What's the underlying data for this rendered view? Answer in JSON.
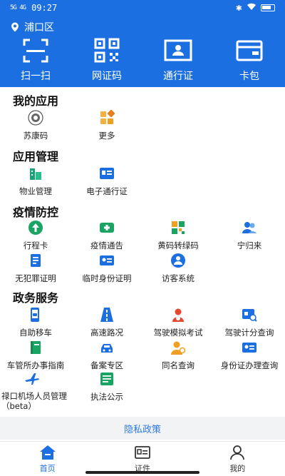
{
  "status_bar": {
    "signal_left": "5G 4G",
    "time": "09:27"
  },
  "header": {
    "location": "浦口区",
    "quick_actions": [
      {
        "label": "扫一扫",
        "icon": "scan-icon"
      },
      {
        "label": "网证码",
        "icon": "qr-code-icon"
      },
      {
        "label": "通行证",
        "icon": "id-card-icon"
      },
      {
        "label": "卡包",
        "icon": "wallet-icon"
      }
    ]
  },
  "sections": {
    "my_apps": {
      "title": "我的应用",
      "items": [
        "苏康码",
        "更多"
      ]
    },
    "app_management": {
      "title": "应用管理",
      "items": [
        "物业管理",
        "电子通行证"
      ]
    },
    "epidemic": {
      "title": "疫情防控",
      "items": [
        "行程卡",
        "疫情通告",
        "黄码转绿码",
        "宁归来",
        "无犯罪证明",
        "临时身份证明",
        "访客系统"
      ]
    },
    "government": {
      "title": "政务服务",
      "items": [
        "自助移车",
        "高速路况",
        "驾驶模拟考试",
        "驾驶计分查询",
        "车管所办事指南",
        "备案专区",
        "同名查询",
        "身份证办理查询",
        "禄口机场人员管理（beta）",
        "执法公示"
      ]
    }
  },
  "privacy_link": "隐私政策",
  "tabbar": {
    "items": [
      "首页",
      "证件",
      "我的"
    ],
    "active": "首页"
  },
  "colors": {
    "primary": "#1b6fe0",
    "green": "#19a463",
    "orange": "#f0a020",
    "red": "#e5482f"
  }
}
